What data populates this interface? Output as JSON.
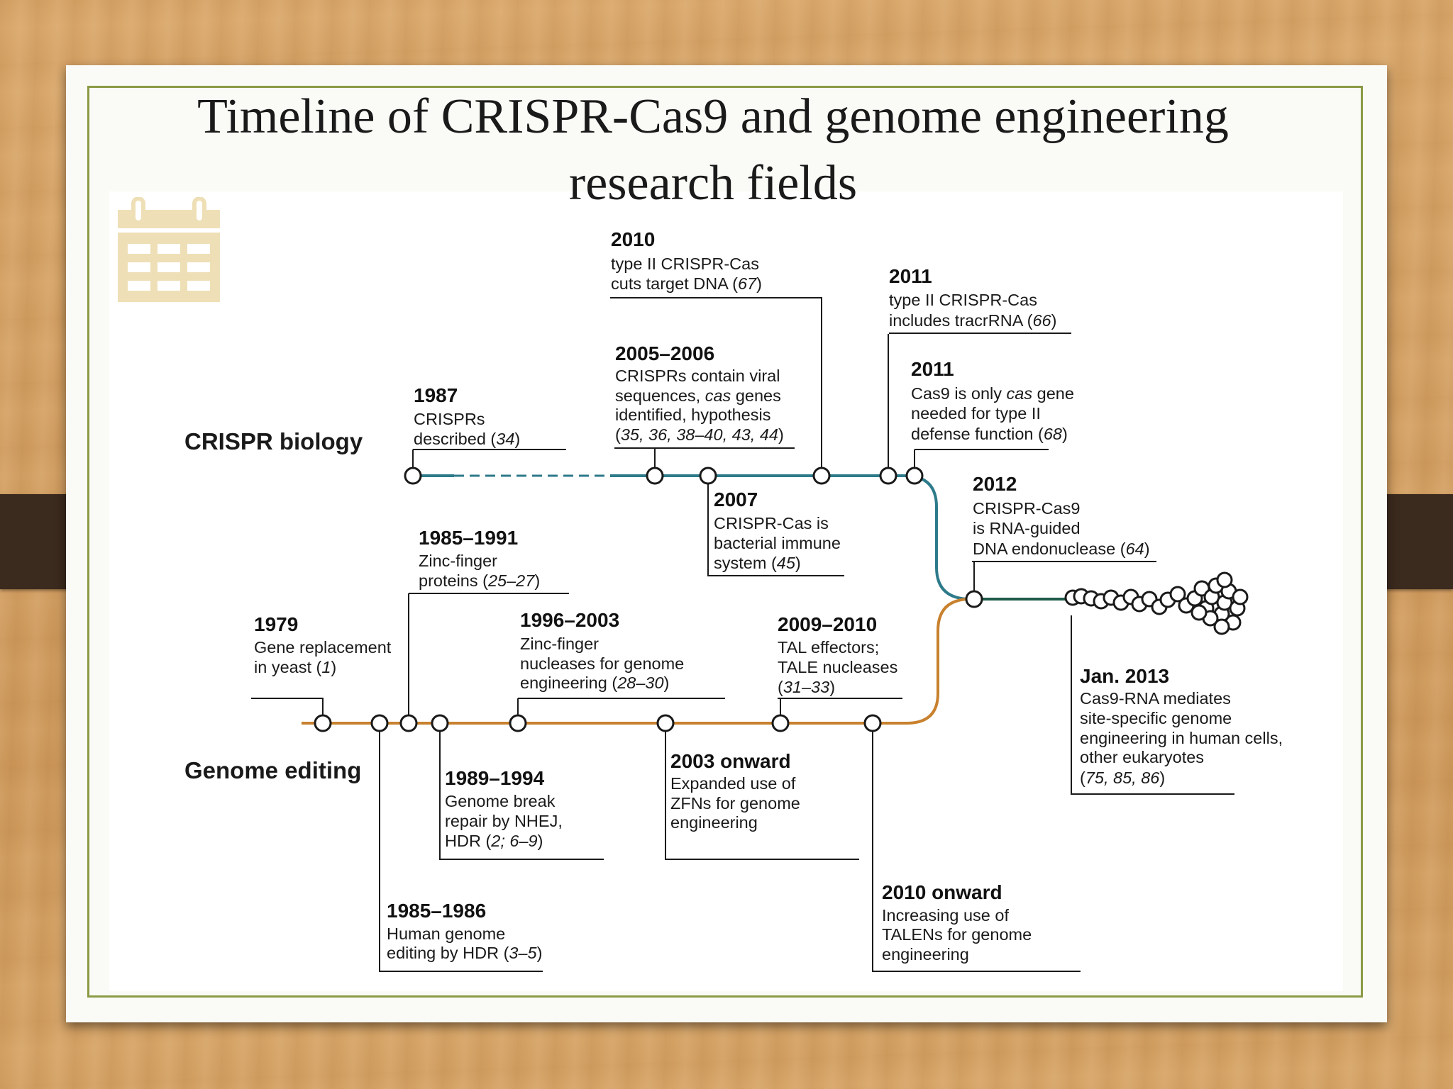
{
  "slide": {
    "title_line1": "Timeline of CRISPR-Cas9 and genome engineering",
    "title_line2": "research fields",
    "icon": "calendar-icon",
    "colors": {
      "crispr_track": "#2d7a8a",
      "genome_track": "#c8812e",
      "merged_track": "#1f5a4a",
      "border": "#8a9a45",
      "icon": "#eedfb6"
    }
  },
  "tracks": {
    "crispr": "CRISPR biology",
    "genome": "Genome editing"
  },
  "events": [
    {
      "year": "2010",
      "lines": [
        [
          {
            "t": "type II CRISPR-Cas"
          }
        ],
        [
          {
            "t": "cuts target DNA ("
          },
          {
            "t": "67",
            "i": true
          },
          {
            "t": ")"
          }
        ]
      ]
    },
    {
      "year": "2011",
      "lines": [
        [
          {
            "t": "type II CRISPR-Cas"
          }
        ],
        [
          {
            "t": "includes tracrRNA ("
          },
          {
            "t": "66",
            "i": true
          },
          {
            "t": ")"
          }
        ]
      ]
    },
    {
      "year": "2005–2006",
      "lines": [
        [
          {
            "t": "CRISPRs contain viral"
          }
        ],
        [
          {
            "t": "sequences, "
          },
          {
            "t": "cas",
            "i": true
          },
          {
            "t": " genes"
          }
        ],
        [
          {
            "t": "identified, hypothesis"
          }
        ],
        [
          {
            "t": "("
          },
          {
            "t": "35, 36, 38–40, 43, 44",
            "i": true
          },
          {
            "t": ")"
          }
        ]
      ]
    },
    {
      "year": "2011",
      "lines": [
        [
          {
            "t": "Cas9 is only "
          },
          {
            "t": "cas",
            "i": true
          },
          {
            "t": " gene"
          }
        ],
        [
          {
            "t": "needed for type II"
          }
        ],
        [
          {
            "t": "defense function ("
          },
          {
            "t": "68",
            "i": true
          },
          {
            "t": ")"
          }
        ]
      ]
    },
    {
      "year": "1987",
      "lines": [
        [
          {
            "t": "CRISPRs"
          }
        ],
        [
          {
            "t": "described ("
          },
          {
            "t": "34",
            "i": true
          },
          {
            "t": ")"
          }
        ]
      ]
    },
    {
      "year": "2007",
      "lines": [
        [
          {
            "t": "CRISPR-Cas is"
          }
        ],
        [
          {
            "t": "bacterial immune"
          }
        ],
        [
          {
            "t": "system ("
          },
          {
            "t": "45",
            "i": true
          },
          {
            "t": ")"
          }
        ]
      ]
    },
    {
      "year": "2012",
      "lines": [
        [
          {
            "t": "CRISPR-Cas9"
          }
        ],
        [
          {
            "t": "is RNA-guided"
          }
        ],
        [
          {
            "t": "DNA endonuclease ("
          },
          {
            "t": "64",
            "i": true
          },
          {
            "t": ")"
          }
        ]
      ]
    },
    {
      "year": "1985–1991",
      "lines": [
        [
          {
            "t": "Zinc-finger"
          }
        ],
        [
          {
            "t": "proteins ("
          },
          {
            "t": "25–27",
            "i": true
          },
          {
            "t": ")"
          }
        ]
      ]
    },
    {
      "year": "1979",
      "lines": [
        [
          {
            "t": "Gene replacement"
          }
        ],
        [
          {
            "t": "in yeast ("
          },
          {
            "t": "1",
            "i": true
          },
          {
            "t": ")"
          }
        ]
      ]
    },
    {
      "year": "1996–2003",
      "lines": [
        [
          {
            "t": "Zinc-finger"
          }
        ],
        [
          {
            "t": "nucleases for genome"
          }
        ],
        [
          {
            "t": "engineering ("
          },
          {
            "t": "28–30",
            "i": true
          },
          {
            "t": ")"
          }
        ]
      ]
    },
    {
      "year": "2009–2010",
      "lines": [
        [
          {
            "t": "TAL effectors;"
          }
        ],
        [
          {
            "t": "TALE nucleases"
          }
        ],
        [
          {
            "t": "("
          },
          {
            "t": "31–33",
            "i": true
          },
          {
            "t": ")"
          }
        ]
      ]
    },
    {
      "year": "Jan. 2013",
      "lines": [
        [
          {
            "t": "Cas9-RNA mediates"
          }
        ],
        [
          {
            "t": "site-specific genome"
          }
        ],
        [
          {
            "t": "engineering in human cells,"
          }
        ],
        [
          {
            "t": "other eukaryotes"
          }
        ],
        [
          {
            "t": "("
          },
          {
            "t": "75, 85, 86",
            "i": true
          },
          {
            "t": ")"
          }
        ]
      ]
    },
    {
      "year": "1989–1994",
      "lines": [
        [
          {
            "t": "Genome break"
          }
        ],
        [
          {
            "t": "repair by NHEJ,"
          }
        ],
        [
          {
            "t": "HDR ("
          },
          {
            "t": "2; 6–9",
            "i": true
          },
          {
            "t": ")"
          }
        ]
      ]
    },
    {
      "year": "2003 onward",
      "lines": [
        [
          {
            "t": "Expanded use of"
          }
        ],
        [
          {
            "t": "ZFNs for genome"
          }
        ],
        [
          {
            "t": "engineering"
          }
        ]
      ]
    },
    {
      "year": "1985–1986",
      "lines": [
        [
          {
            "t": "Human genome"
          }
        ],
        [
          {
            "t": "editing by HDR ("
          },
          {
            "t": "3–5",
            "i": true
          },
          {
            "t": ")"
          }
        ]
      ]
    },
    {
      "year": "2010 onward",
      "lines": [
        [
          {
            "t": "Increasing use of"
          }
        ],
        [
          {
            "t": "TALENs for genome"
          }
        ],
        [
          {
            "t": "engineering"
          }
        ]
      ]
    }
  ]
}
